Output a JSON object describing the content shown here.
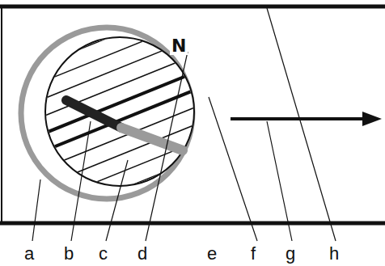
{
  "diagram": {
    "labels": [
      "N",
      "a",
      "b",
      "c",
      "d",
      "e",
      "f",
      "g",
      "h"
    ]
  }
}
